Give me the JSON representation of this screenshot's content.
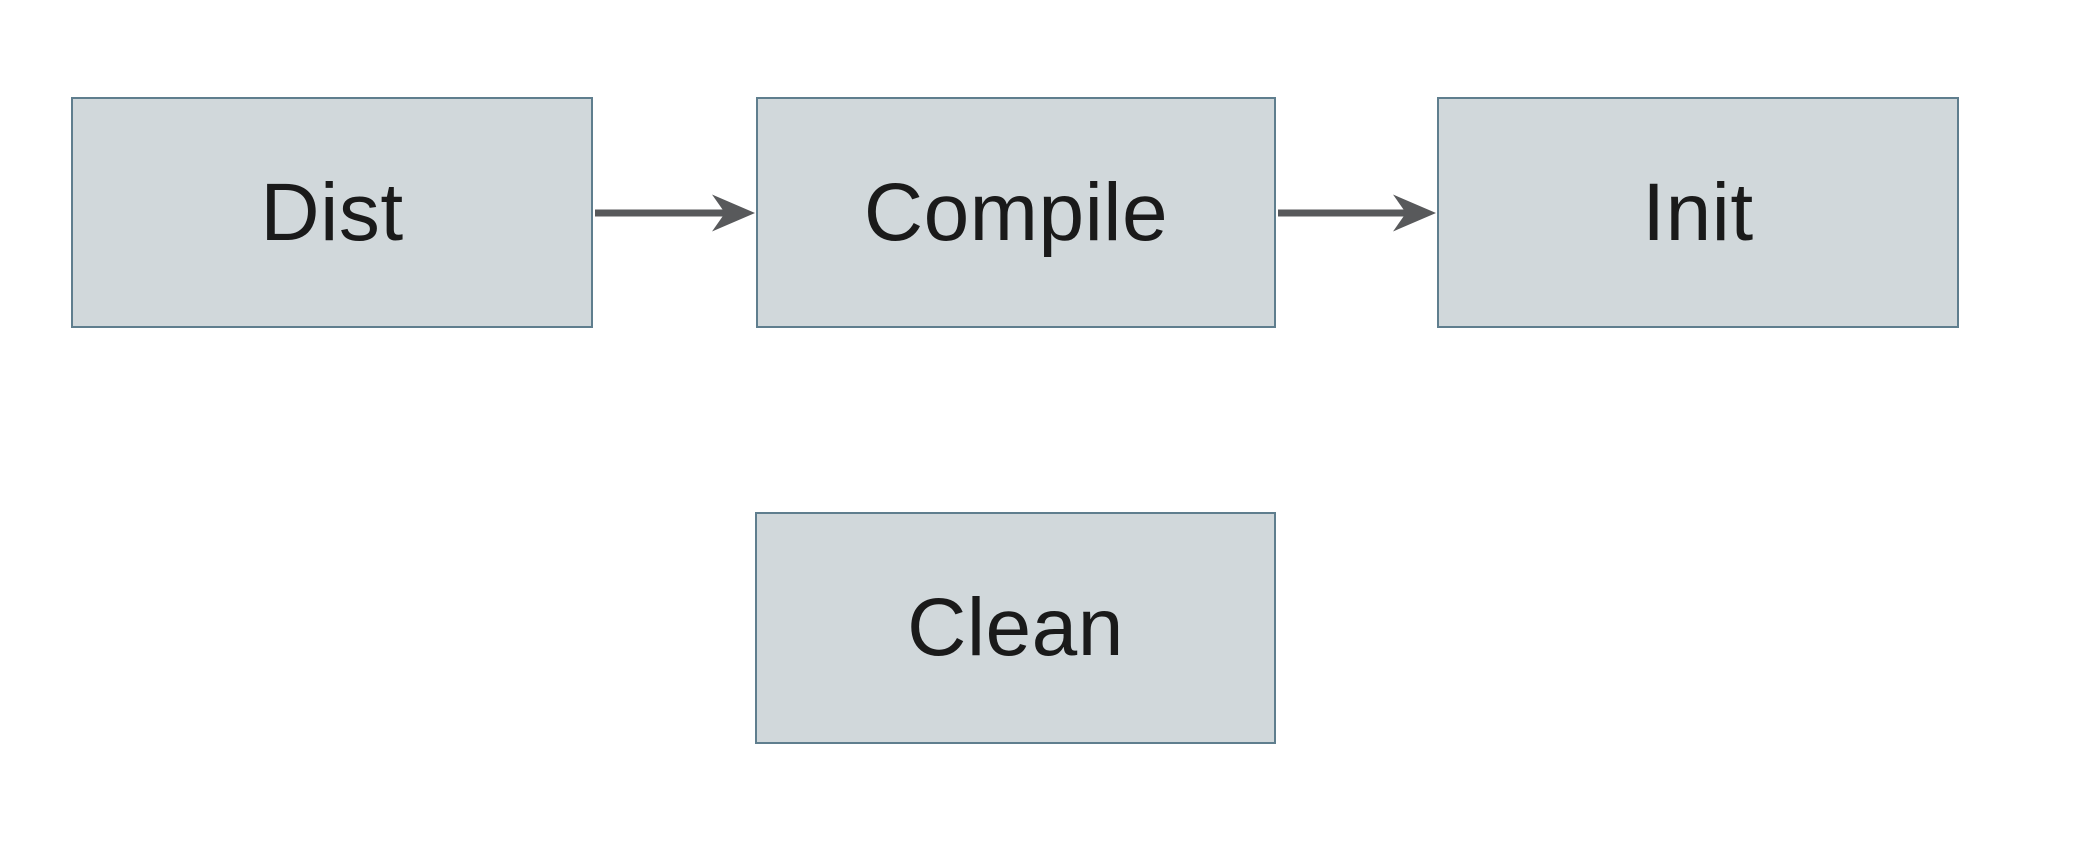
{
  "diagram": {
    "type": "flowchart",
    "nodes": [
      {
        "id": "dist",
        "label": "Dist"
      },
      {
        "id": "compile",
        "label": "Compile"
      },
      {
        "id": "init",
        "label": "Init"
      },
      {
        "id": "clean",
        "label": "Clean"
      }
    ],
    "edges": [
      {
        "from": "dist",
        "to": "compile",
        "style": "arrow-right"
      },
      {
        "from": "compile",
        "to": "init",
        "style": "arrow-right"
      }
    ],
    "colors": {
      "background": "#ffffff",
      "node_fill": "#d1d8db",
      "node_border": "#5f7e8e",
      "arrow": "#58595b",
      "text": "#1a1a1a"
    }
  }
}
